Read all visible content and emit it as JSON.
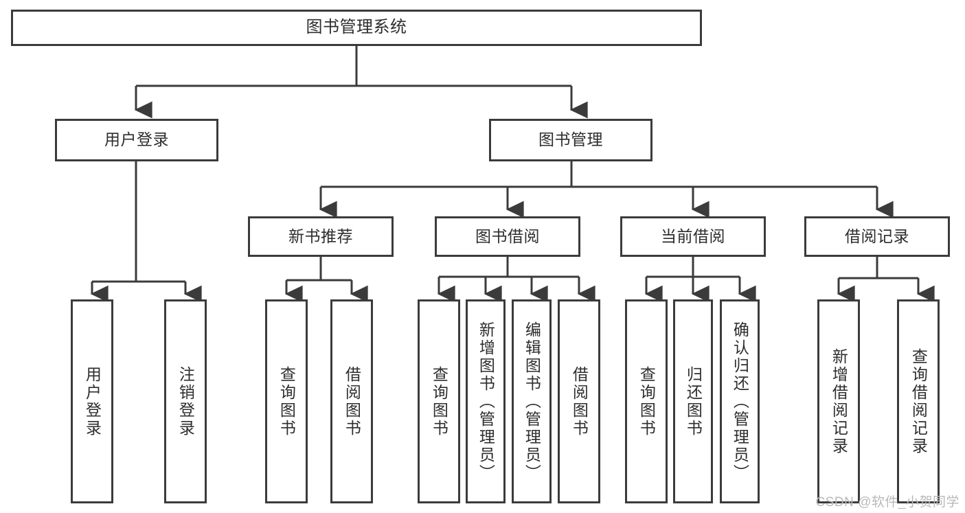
{
  "diagram": {
    "title": "图书管理系统",
    "watermark": "CSDN @软件_小贺同学",
    "colors": {
      "stroke": "#3b3b3b",
      "background": "#ffffff",
      "text": "#2d2d2d",
      "watermark": "#b9b9b9"
    },
    "levels": {
      "root": {
        "label": "图书管理系统"
      },
      "level2": [
        {
          "id": "user-login",
          "label": "用户登录"
        },
        {
          "id": "book-management",
          "label": "图书管理"
        }
      ],
      "level3": [
        {
          "id": "new-book-recommend",
          "label": "新书推荐"
        },
        {
          "id": "book-borrow",
          "label": "图书借阅"
        },
        {
          "id": "current-borrow",
          "label": "当前借阅"
        },
        {
          "id": "borrow-record",
          "label": "借阅记录"
        }
      ],
      "leaves": [
        {
          "id": "leaf-user-login",
          "label": "用户登录",
          "parent": "user-login"
        },
        {
          "id": "leaf-logout",
          "label": "注销登录",
          "parent": "user-login"
        },
        {
          "id": "leaf-query-book-1",
          "label": "查询图书",
          "parent": "new-book-recommend"
        },
        {
          "id": "leaf-borrow-book-1",
          "label": "借阅图书",
          "parent": "new-book-recommend"
        },
        {
          "id": "leaf-query-book-2",
          "label": "查询图书",
          "parent": "book-borrow"
        },
        {
          "id": "leaf-add-book",
          "label": "新增图书（管理员）",
          "parent": "book-borrow"
        },
        {
          "id": "leaf-edit-book",
          "label": "编辑图书（管理员）",
          "parent": "book-borrow"
        },
        {
          "id": "leaf-borrow-book-2",
          "label": "借阅图书",
          "parent": "book-borrow"
        },
        {
          "id": "leaf-query-book-3",
          "label": "查询图书",
          "parent": "current-borrow"
        },
        {
          "id": "leaf-return-book",
          "label": "归还图书",
          "parent": "current-borrow"
        },
        {
          "id": "leaf-confirm-return",
          "label": "确认归还（管理员）",
          "parent": "current-borrow"
        },
        {
          "id": "leaf-add-record",
          "label": "新增借阅记录",
          "parent": "borrow-record"
        },
        {
          "id": "leaf-query-record",
          "label": "查询借阅记录",
          "parent": "borrow-record"
        }
      ]
    }
  }
}
